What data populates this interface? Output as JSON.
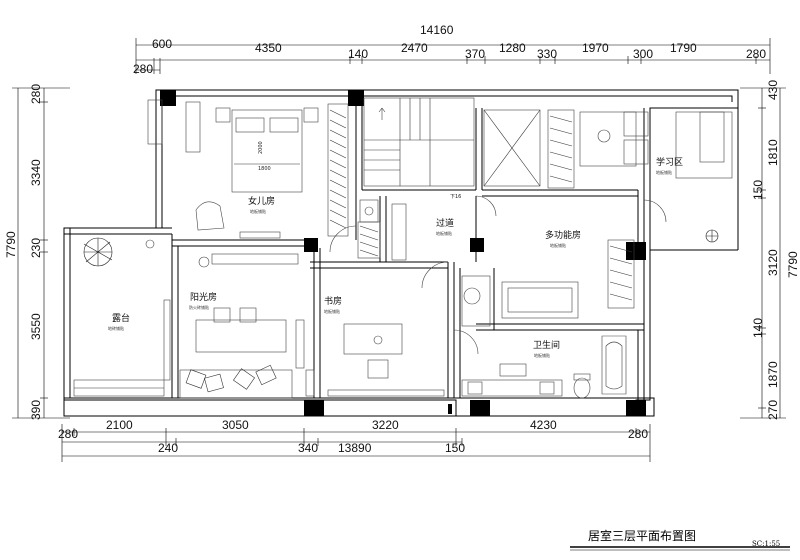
{
  "dimensions": {
    "top_outer": [
      "600",
      "4350",
      "140",
      "2470",
      "370",
      "1280",
      "330",
      "1970",
      "300",
      "1790",
      "280"
    ],
    "top_inner": "280",
    "top_total": "14160",
    "bottom_outer": [
      "280",
      "2100",
      "3050",
      "3220",
      "4230",
      "280"
    ],
    "bottom_inner": [
      "240",
      "340",
      "150"
    ],
    "bottom_total": "13890",
    "left": [
      "280",
      "3340",
      "230",
      "3550",
      "390"
    ],
    "left_total": "7790",
    "right": [
      "430",
      "1810",
      "150",
      "3120",
      "140",
      "1870",
      "270"
    ],
    "right_total": "7790"
  },
  "rooms": {
    "daughter": {
      "name": "女儿房",
      "floor": "地板铺贴"
    },
    "corridor": {
      "name": "过道",
      "floor": "地板铺贴"
    },
    "multi": {
      "name": "多功能房",
      "floor": "地板铺贴"
    },
    "study_area": {
      "name": "学习区",
      "floor": "地板铺贴"
    },
    "terrace": {
      "name": "露台",
      "floor": "地砖铺贴"
    },
    "sunroom": {
      "name": "阳光房",
      "floor": "防火砖铺贴"
    },
    "study": {
      "name": "书房",
      "floor": "地板铺贴"
    },
    "bath": {
      "name": "卫生间",
      "floor": "地板铺贴"
    }
  },
  "notes": {
    "stair": "下16",
    "bed_w": "1800",
    "bed_l": "2000"
  },
  "title": "居室三层平面布置图",
  "scale": "SC:1:55"
}
